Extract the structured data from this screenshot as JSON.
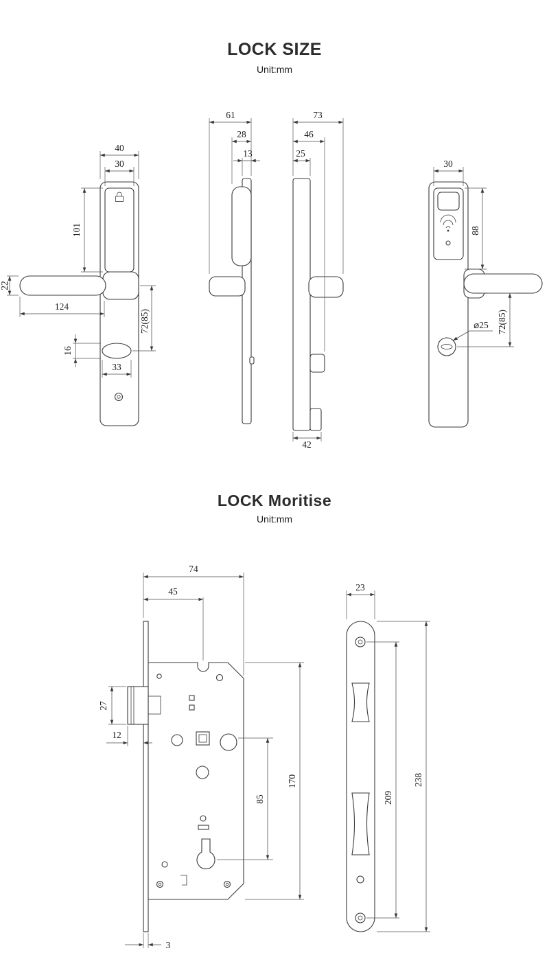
{
  "page": {
    "bg": "#ffffff",
    "ink": "#3a3a3a"
  },
  "lock_size": {
    "title": "LOCK SIZE",
    "unit": "Unit:mm",
    "front_view": {
      "plate_width": "40",
      "reader_width": "30",
      "reader_height": "101",
      "handle_thickness": "22",
      "handle_length": "124",
      "handle_to_cylinder": "72(85)",
      "cylinder_height": "16",
      "cylinder_width": "33"
    },
    "side_view": {
      "inside_depth": "61",
      "inside_grip_depth": "28",
      "inside_plate_thickness": "13",
      "outside_depth": "73",
      "outside_grip_depth": "46",
      "outside_plate_thickness": "25",
      "bottom_width": "42"
    },
    "back_view": {
      "reader_width": "30",
      "reader_height": "88",
      "handle_to_button": "72(85)",
      "button_diameter": "⌀25"
    }
  },
  "lock_mortise": {
    "title": "LOCK Moritise",
    "unit": "Unit:mm",
    "body": {
      "depth": "74",
      "backset": "45",
      "latch_height": "27",
      "latch_throw": "12",
      "spindle_to_cylinder": "85",
      "body_height": "170",
      "faceplate_thickness": "3"
    },
    "faceplate": {
      "width": "23",
      "screw_distance": "209",
      "height": "238"
    }
  }
}
